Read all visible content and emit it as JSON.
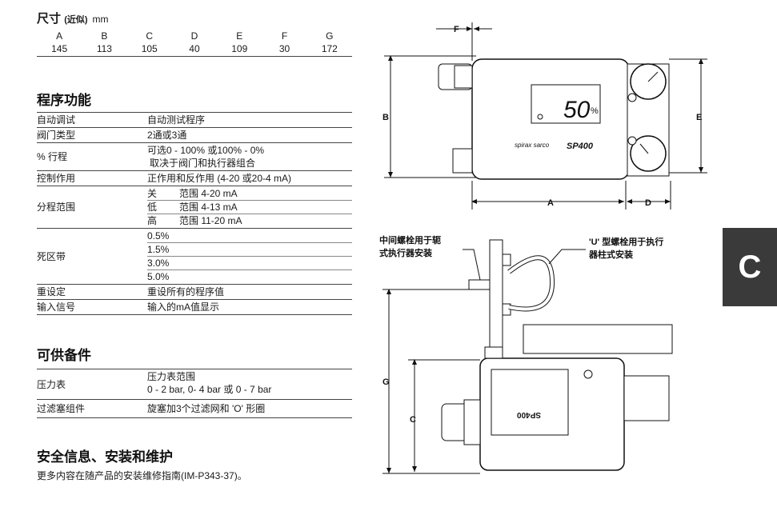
{
  "dimensions": {
    "title": "尺寸",
    "approx": "(近似)",
    "unit": "mm",
    "headers": [
      "A",
      "B",
      "C",
      "D",
      "E",
      "F",
      "G"
    ],
    "values": [
      "145",
      "113",
      "105",
      "40",
      "109",
      "30",
      "172"
    ]
  },
  "programming": {
    "title": "程序功能",
    "rows": {
      "r1_key": "自动调试",
      "r1_val": "自动测试程序",
      "r2_key": "阀门类型",
      "r2_val": "2通或3通",
      "r3_key": "% 行程",
      "r3_val1": "可选0 - 100% 或100% - 0%",
      "r3_val2": "取决于阀门和执行器组合",
      "r4_key": "控制作用",
      "r4_val": "正作用和反作用 (4-20 或20-4 mA)",
      "r5_key": "分程范围",
      "r5_l1": "关",
      "r5_v1": "范围 4-20 mA",
      "r5_l2": "低",
      "r5_v2": "范围 4-13 mA",
      "r5_l3": "高",
      "r5_v3": "范围 11-20 mA",
      "r6_key": "死区带",
      "r6_v1": "0.5%",
      "r6_v2": "1.5%",
      "r6_v3": "3.0%",
      "r6_v4": "5.0%",
      "r7_key": "重设定",
      "r7_val": "重设所有的程序值",
      "r8_key": "输入信号",
      "r8_val": "输入的mA值显示"
    }
  },
  "spares": {
    "title": "可供备件",
    "r1_key": "压力表",
    "r1_val1": "压力表范围",
    "r1_val2": "0 - 2 bar, 0- 4 bar 或 0 - 7 bar",
    "r2_key": "过滤塞组件",
    "r2_val": "旋塞加3个过滤网和 'O' 形圈"
  },
  "safety": {
    "title": "安全信息、安装和维护",
    "note": "更多内容在随产品的安装维修指南(IM-P343-37)。"
  },
  "diagram": {
    "label_a": "A",
    "label_b": "B",
    "label_c": "C",
    "label_d": "D",
    "label_e": "E",
    "label_f": "F",
    "label_g": "G",
    "display_value": "50",
    "display_unit": "%",
    "brand": "spirax sarco",
    "model": "SP400",
    "callout_left_1": "中间螺栓用于轭",
    "callout_left_2": "式执行器安装",
    "callout_right_1": "'U' 型螺栓用于执行",
    "callout_right_2": "器柱式安装"
  },
  "section_tab": "C"
}
